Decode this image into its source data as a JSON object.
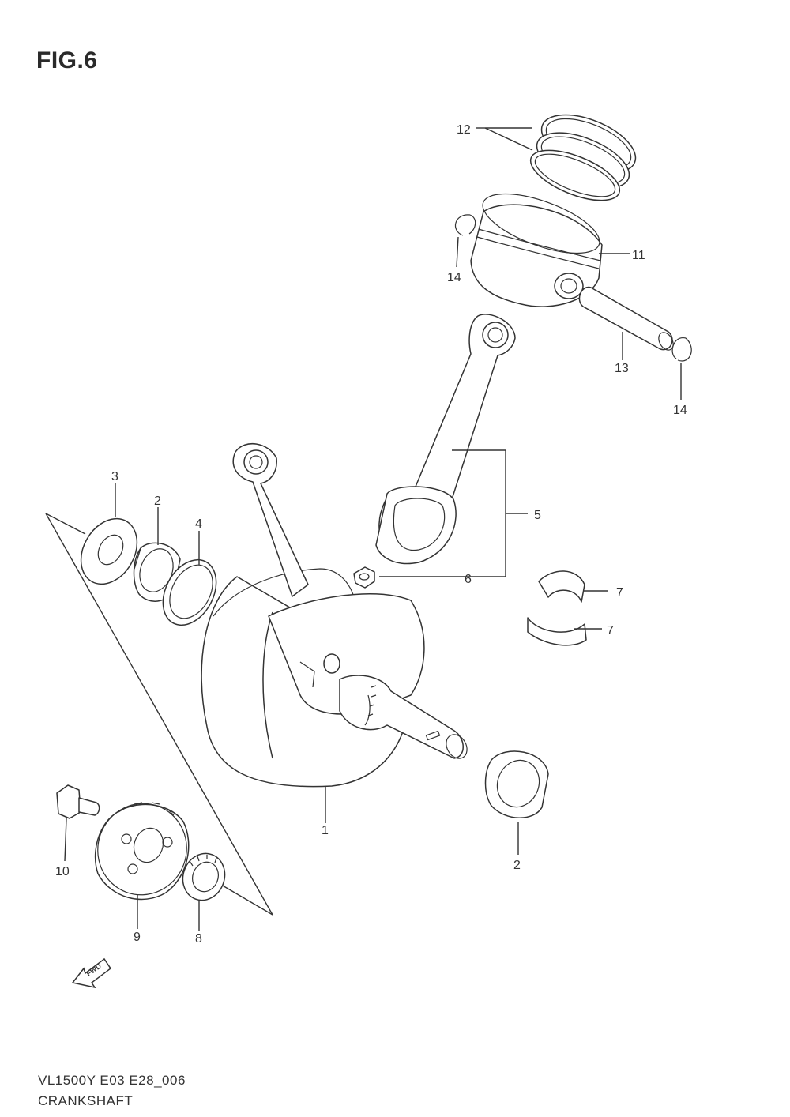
{
  "figure": {
    "title": "FIG.6"
  },
  "footer": {
    "model_code": "VL1500Y  E03  E28_006",
    "section_name": "CRANKSHAFT"
  },
  "callouts": [
    {
      "id": "p1",
      "number": "1"
    },
    {
      "id": "p2a",
      "number": "2"
    },
    {
      "id": "p2b",
      "number": "2"
    },
    {
      "id": "p3",
      "number": "3"
    },
    {
      "id": "p4",
      "number": "4"
    },
    {
      "id": "p5",
      "number": "5"
    },
    {
      "id": "p6",
      "number": "6"
    },
    {
      "id": "p7a",
      "number": "7"
    },
    {
      "id": "p7b",
      "number": "7"
    },
    {
      "id": "p8",
      "number": "8"
    },
    {
      "id": "p9",
      "number": "9"
    },
    {
      "id": "p10",
      "number": "10"
    },
    {
      "id": "p11",
      "number": "11"
    },
    {
      "id": "p12",
      "number": "12"
    },
    {
      "id": "p13",
      "number": "13"
    },
    {
      "id": "p14a",
      "number": "14"
    },
    {
      "id": "p14b",
      "number": "14"
    }
  ],
  "fwd_marker": {
    "text": "FWD"
  }
}
